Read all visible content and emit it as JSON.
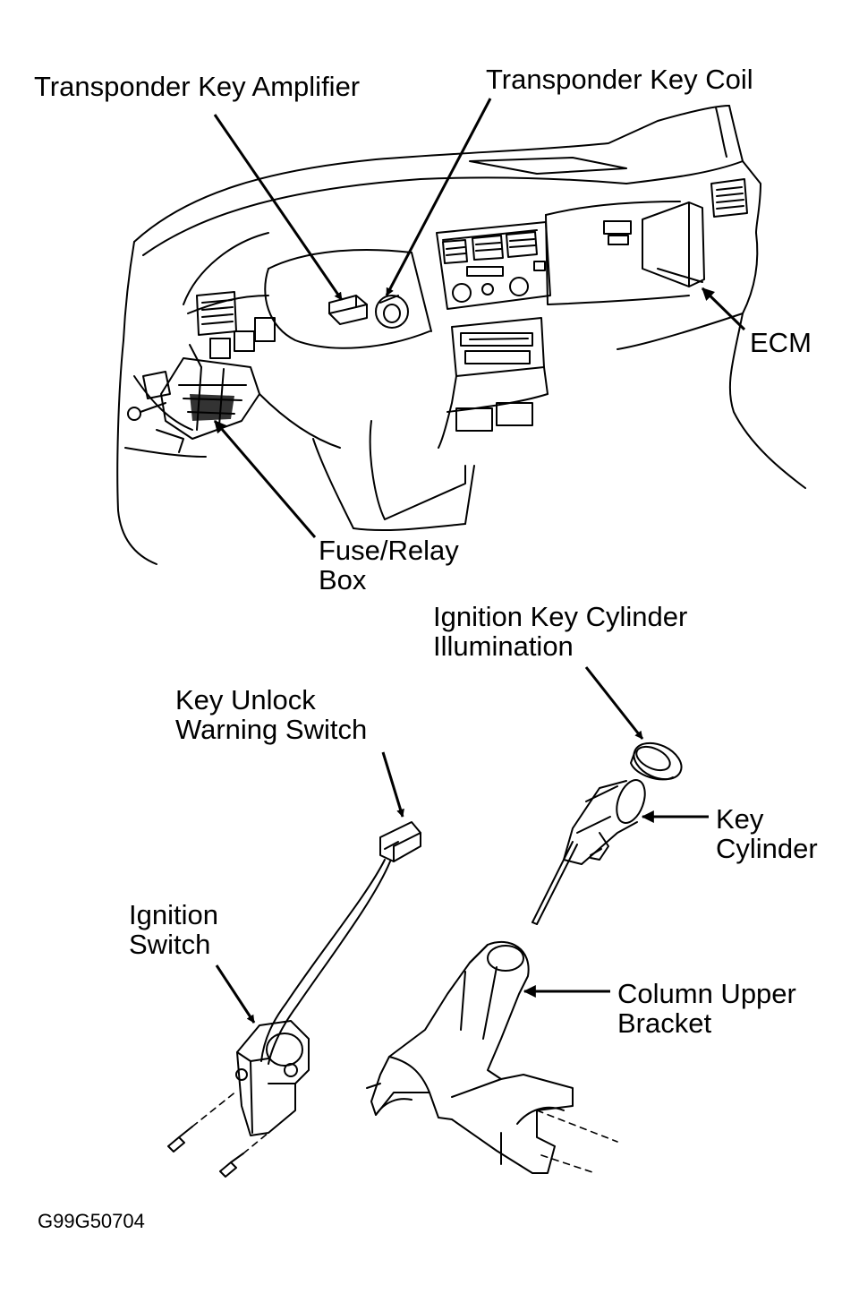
{
  "labels": {
    "transponder_key_amplifier": "Transponder Key Amplifier",
    "transponder_key_coil": "Transponder Key Coil",
    "ecm": "ECM",
    "fuse_relay_box_line1": "Fuse/Relay",
    "fuse_relay_box_line2": "Box",
    "ignition_key_cylinder_illumination_line1": "Ignition Key Cylinder",
    "ignition_key_cylinder_illumination_line2": "Illumination",
    "key_unlock_warning_switch_line1": "Key Unlock",
    "key_unlock_warning_switch_line2": "Warning Switch",
    "key_cylinder_line1": "Key",
    "key_cylinder_line2": "Cylinder",
    "ignition_switch_line1": "Ignition",
    "ignition_switch_line2": "Switch",
    "column_upper_bracket_line1": "Column Upper",
    "column_upper_bracket_line2": "Bracket"
  },
  "figure_code": "G99G50704"
}
